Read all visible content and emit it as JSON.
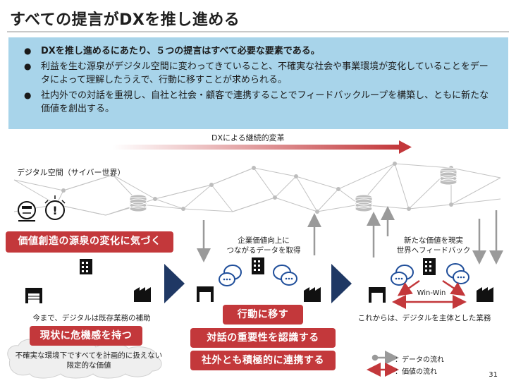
{
  "title": "すべての提言がDXを推し進める",
  "summary": {
    "bullets": [
      "DXを推し進めるにあたり、５つの提言はすべて必要な要素である。",
      "利益を生む源泉がデジタル空間に変わってきていること、不確実な社会や事業環境が変化していることをデータによって理解したうえで、行動に移すことが求められる。",
      "社内外での対話を重視し、自社と社会・顧客で連携することでフィードバックループを構築し、ともに新たな価値を創出する。"
    ]
  },
  "trend_label": "DXによる継続的変革",
  "cyber_label": "デジタル空間（サイバー世界）",
  "left": {
    "realize": "価値創造の源泉の変化に気づく",
    "caption": "今まで、デジタルは既存業務の補助",
    "crisis": "現状に危機感を持つ",
    "cloud_line1": "不確実な環境下ですべてを計画的に扱えない",
    "cloud_line2": "限定的な価値"
  },
  "middle": {
    "data_line1": "企業価値向上に",
    "data_line2": "つながるデータを取得",
    "act": "行動に移す",
    "dialogue": "対話の重要性を認識する",
    "collab": "社外とも積極的に連携する"
  },
  "right": {
    "feedback_line1": "新たな価値を現実",
    "feedback_line2": "世界へフィードバック",
    "winwin": "Win-Win",
    "caption": "これからは、デジタルを主体とした業務"
  },
  "legend": {
    "data_flow": "：データの流れ",
    "value_flow": "：価値の流れ"
  },
  "page_number": "31",
  "colors": {
    "accent_red": "#c3383b",
    "summary_bg": "#a8d4ea",
    "chevron_navy": "#1f3864",
    "network_gray": "#bdbdbd"
  }
}
